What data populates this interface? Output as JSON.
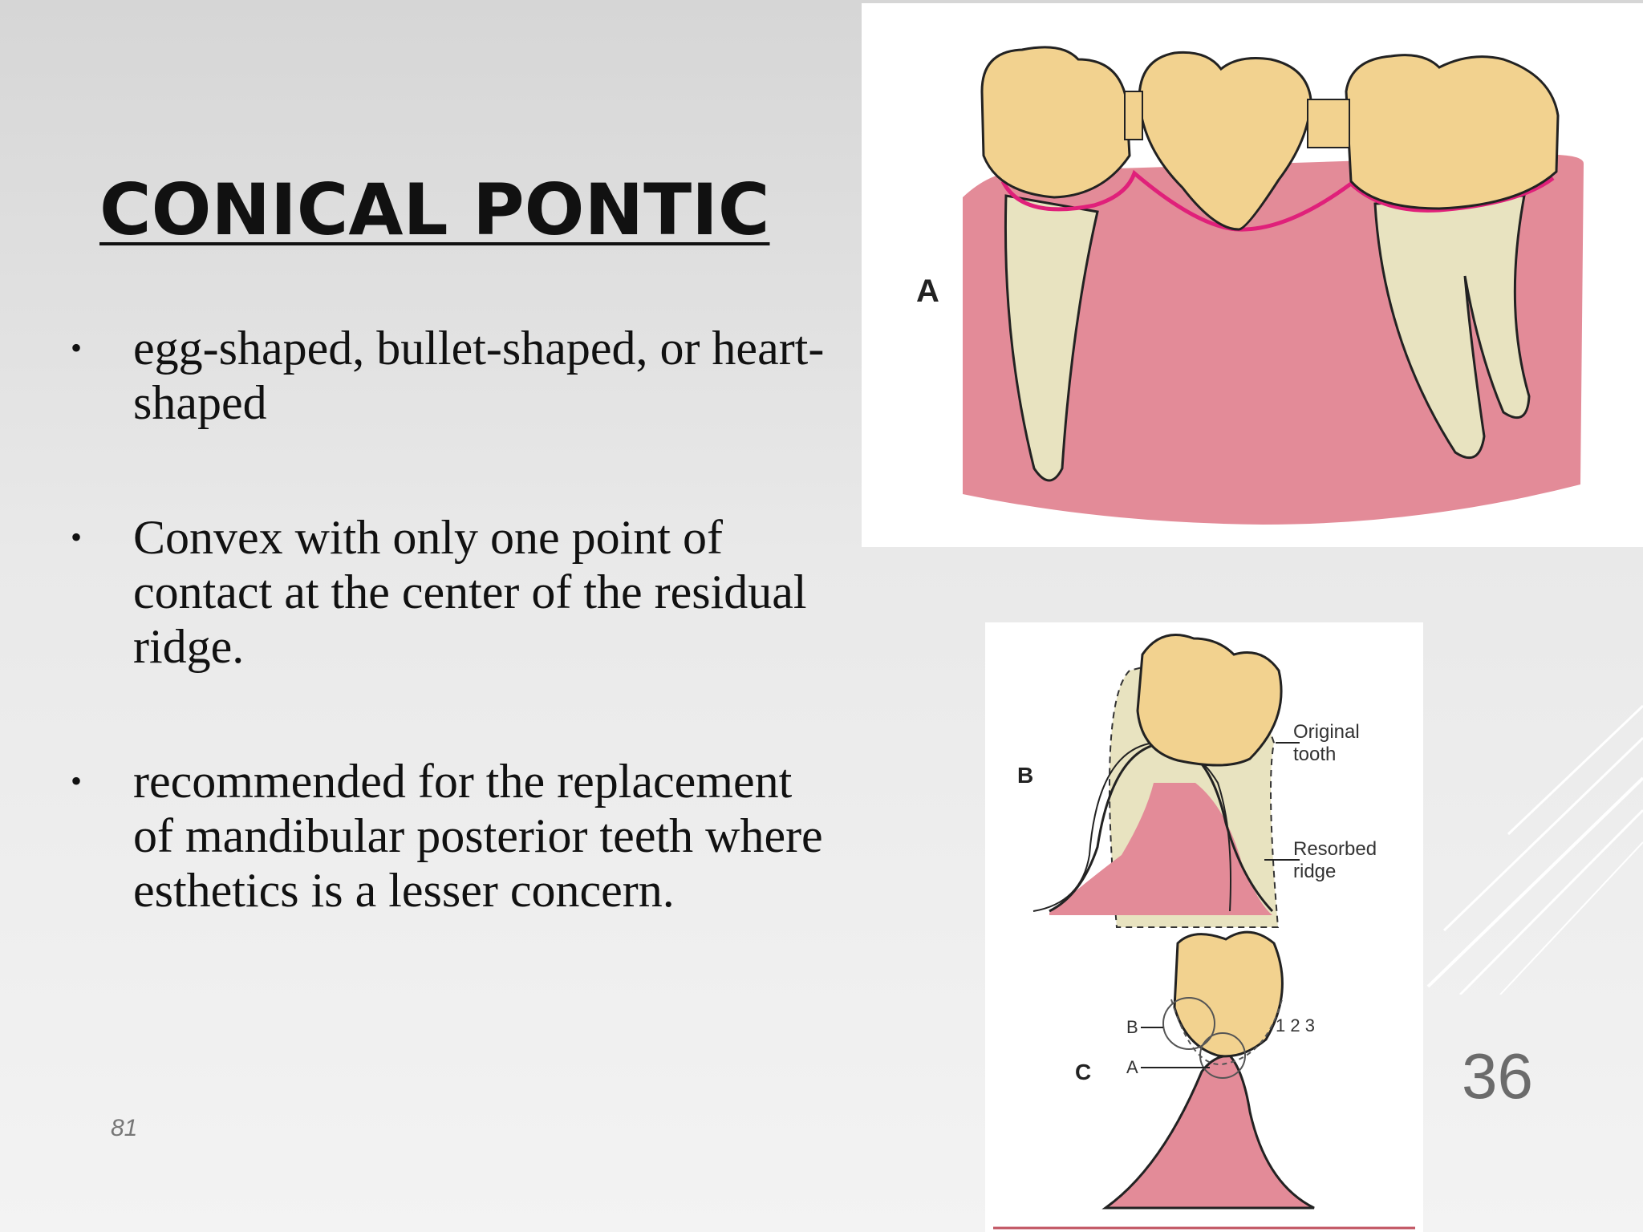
{
  "slide": {
    "title": "CONICAL PONTIC",
    "bullets": [
      {
        "text": "egg-shaped, bullet-shaped, or heart-shaped"
      },
      {
        "text": "Convex with only one point of contact at the center of the residual ridge."
      },
      {
        "text": "recommended for the replacement of mandibular posterior teeth where esthetics is a lesser concern."
      }
    ],
    "footer_page": "81",
    "slide_number": "36"
  },
  "figure": {
    "label_a": "A",
    "label_b": "B",
    "label_c": "C",
    "original_tooth": [
      "Original",
      "tooth"
    ],
    "resorbed_ridge": [
      "Resorbed",
      "ridge"
    ],
    "marker_b": "B",
    "marker_a": "A",
    "marker_nums": "1 2 3"
  },
  "colors": {
    "gum": "#e38b98",
    "crown": "#f2d28f",
    "root": "#e8e3c0",
    "gingival_line": "#e0207a"
  }
}
